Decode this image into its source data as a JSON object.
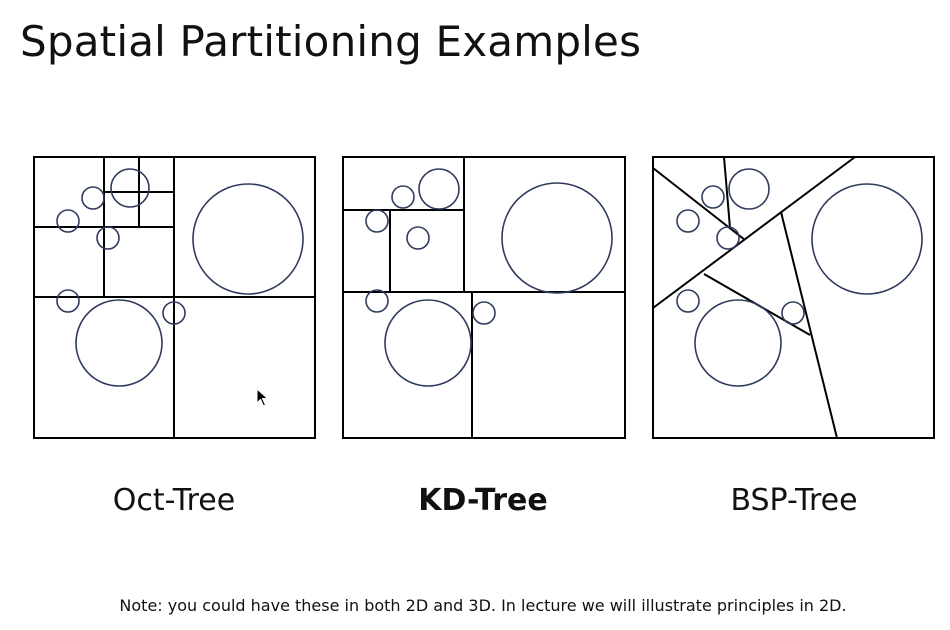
{
  "slide": {
    "title": "Spatial Partitioning Examples",
    "footnote": "Note: you could have these in both 2D and 3D.  In lecture we will illustrate principles in 2D."
  },
  "diagrams": [
    {
      "id": "oct-tree",
      "caption": "Oct-Tree",
      "caption_bold": false
    },
    {
      "id": "kd-tree",
      "caption": "KD-Tree",
      "caption_bold": true
    },
    {
      "id": "bsp-tree",
      "caption": "BSP-Tree",
      "caption_bold": false
    }
  ],
  "colors": {
    "partition_line": "#000000",
    "object_circle": "#2e3b5c",
    "background": "#ffffff",
    "text": "#111111"
  },
  "icons": {
    "cursor": "mouse-pointer-icon"
  }
}
